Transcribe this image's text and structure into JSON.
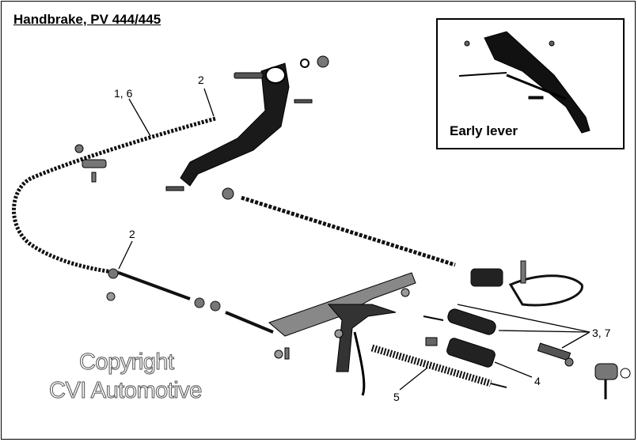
{
  "title": "Handbrake, PV 444/445",
  "inset": {
    "label": "Early lever"
  },
  "callouts": {
    "c1": "1, 6",
    "c2a": "2",
    "c2b": "2",
    "c3": "3, 7",
    "c4": "4",
    "c5": "5"
  },
  "watermark": {
    "line1": "Copyright",
    "line2": "CVI Automotive"
  },
  "colors": {
    "ink": "#000000",
    "paper": "#ffffff",
    "metal": "#8a8a8a"
  }
}
